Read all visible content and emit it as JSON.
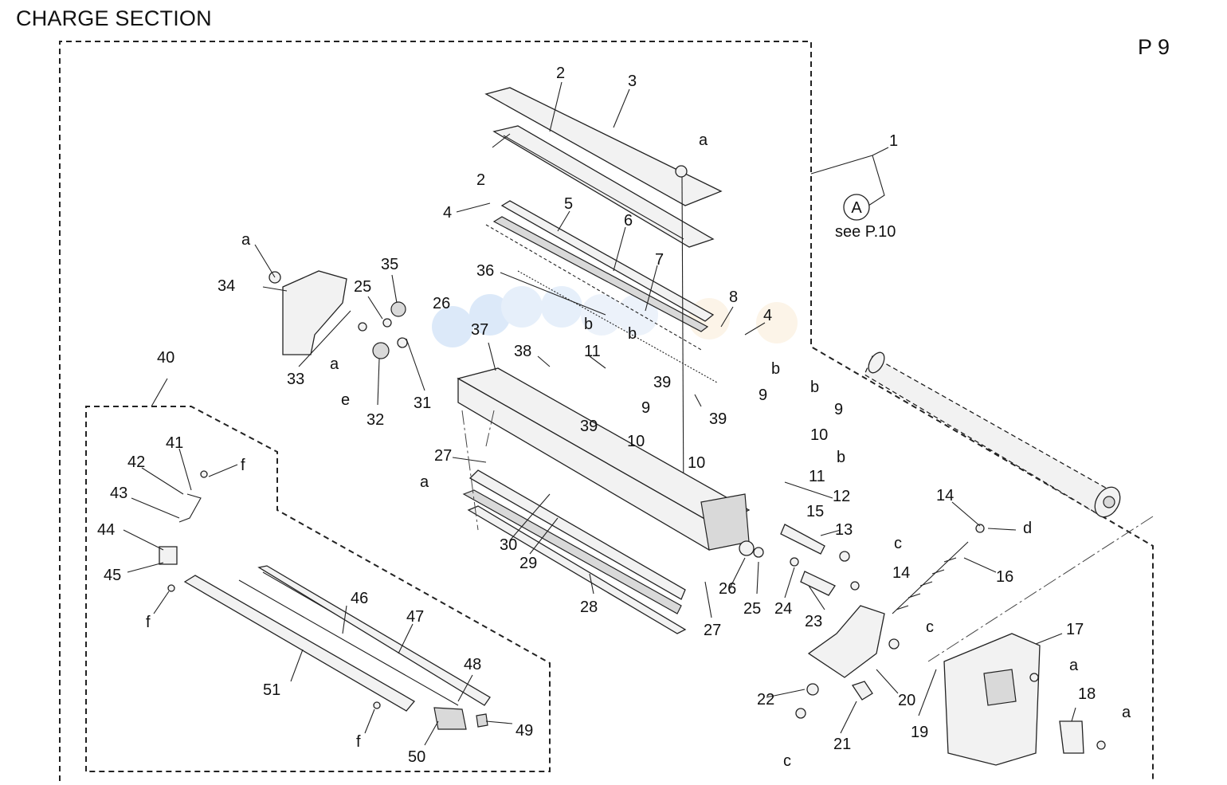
{
  "title": "CHARGE SECTION",
  "page": "P 9",
  "reference": {
    "circle": "A",
    "text": "see P.10"
  },
  "callouts": {
    "n1": "1",
    "n2a": "2",
    "n2b": "2",
    "n3": "3",
    "n4a": "4",
    "n4b": "4",
    "n5": "5",
    "n6": "6",
    "n7": "7",
    "n8": "8",
    "n9a": "9",
    "n9b": "9",
    "n9c": "9",
    "n10a": "10",
    "n10b": "10",
    "n10c": "10",
    "n11a": "11",
    "n11b": "11",
    "n12": "12",
    "n13": "13",
    "n14a": "14",
    "n14b": "14",
    "n15": "15",
    "n16": "16",
    "n17": "17",
    "n18": "18",
    "n19": "19",
    "n20": "20",
    "n21": "21",
    "n22": "22",
    "n23": "23",
    "n24": "24",
    "n25a": "25",
    "n25b": "25",
    "n26a": "26",
    "n26b": "26",
    "n27a": "27",
    "n27b": "27",
    "n28": "28",
    "n29": "29",
    "n30": "30",
    "n31": "31",
    "n32": "32",
    "n33": "33",
    "n34": "34",
    "n35": "35",
    "n36": "36",
    "n37": "37",
    "n38": "38",
    "n39a": "39",
    "n39b": "39",
    "n39c": "39",
    "n40": "40",
    "n41": "41",
    "n42": "42",
    "n43": "43",
    "n44": "44",
    "n45": "45",
    "n46": "46",
    "n47": "47",
    "n48": "48",
    "n49": "49",
    "n50": "50",
    "n51": "51",
    "a1": "a",
    "a2": "a",
    "a3": "a",
    "a4": "a",
    "a5": "a",
    "a6": "a",
    "b1": "b",
    "b2": "b",
    "b3": "b",
    "b4": "b",
    "b5": "b",
    "c1": "c",
    "c2": "c",
    "c3": "c",
    "d1": "d",
    "e1": "e",
    "f1": "f",
    "f2": "f",
    "f3": "f"
  }
}
